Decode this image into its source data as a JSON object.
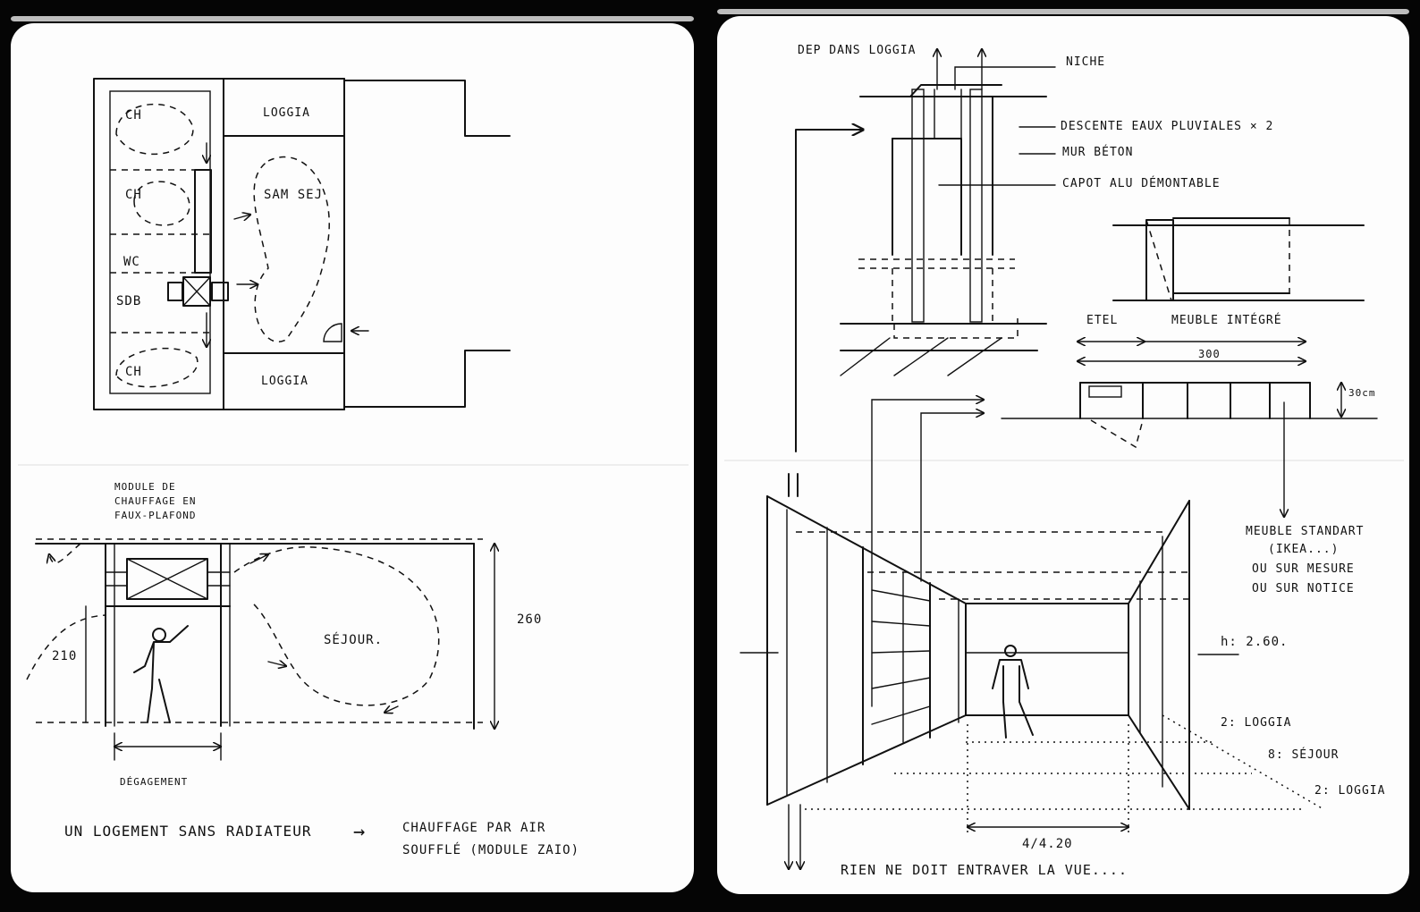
{
  "left_page": {
    "plan": {
      "room_ch_top": "CH",
      "room_ch_middle": "CH",
      "room_wc": "WC",
      "room_sdb": "SDB",
      "room_ch_bottom": "CH",
      "room_loggia_top": "LOGGIA",
      "room_sam_sej": "SAM SEJ",
      "room_loggia_bottom": "LOGGIA"
    },
    "section": {
      "module_note": "MODULE DE CHAUFFAGE EN FAUX-PLAFOND",
      "height_left": "210",
      "height_right": "260",
      "room_sejour": "SÉJOUR.",
      "corridor_label": "DÉGAGEMENT"
    },
    "footer_left": "UN LOGEMENT SANS RADIATEUR",
    "footer_arrow": "→",
    "footer_right_line1": "CHAUFFAGE PAR AIR",
    "footer_right_line2": "SOUFFLÉ (MODULE ZAIO)"
  },
  "right_page": {
    "detail": {
      "dep_dans_loggia": "DEP DANS LOGGIA",
      "niche": "NICHE",
      "descente": "DESCENTE EAUX PLUVIALES × 2",
      "mur_beton": "MUR BÉTON",
      "capot": "CAPOT ALU DÉMONTABLE"
    },
    "furniture": {
      "etel": "ETEL",
      "meuble_integre": "MEUBLE INTÉGRÉ",
      "dim_300": "300",
      "dim_30cm": "30cm",
      "meuble_standard_lines": [
        "MEUBLE STANDART",
        "(IKEA...)",
        "OU SUR MESURE",
        "OU SUR NOTICE"
      ]
    },
    "perspective": {
      "h_label": "h: 2.60.",
      "loggia_2_top": "2: LOGGIA",
      "sejour_8": "8: SÉJOUR",
      "loggia_2_bottom": "2: LOGGIA",
      "width_label": "4/4.20"
    },
    "footer": "RIEN NE DOIT ENTRAVER LA VUE...."
  }
}
